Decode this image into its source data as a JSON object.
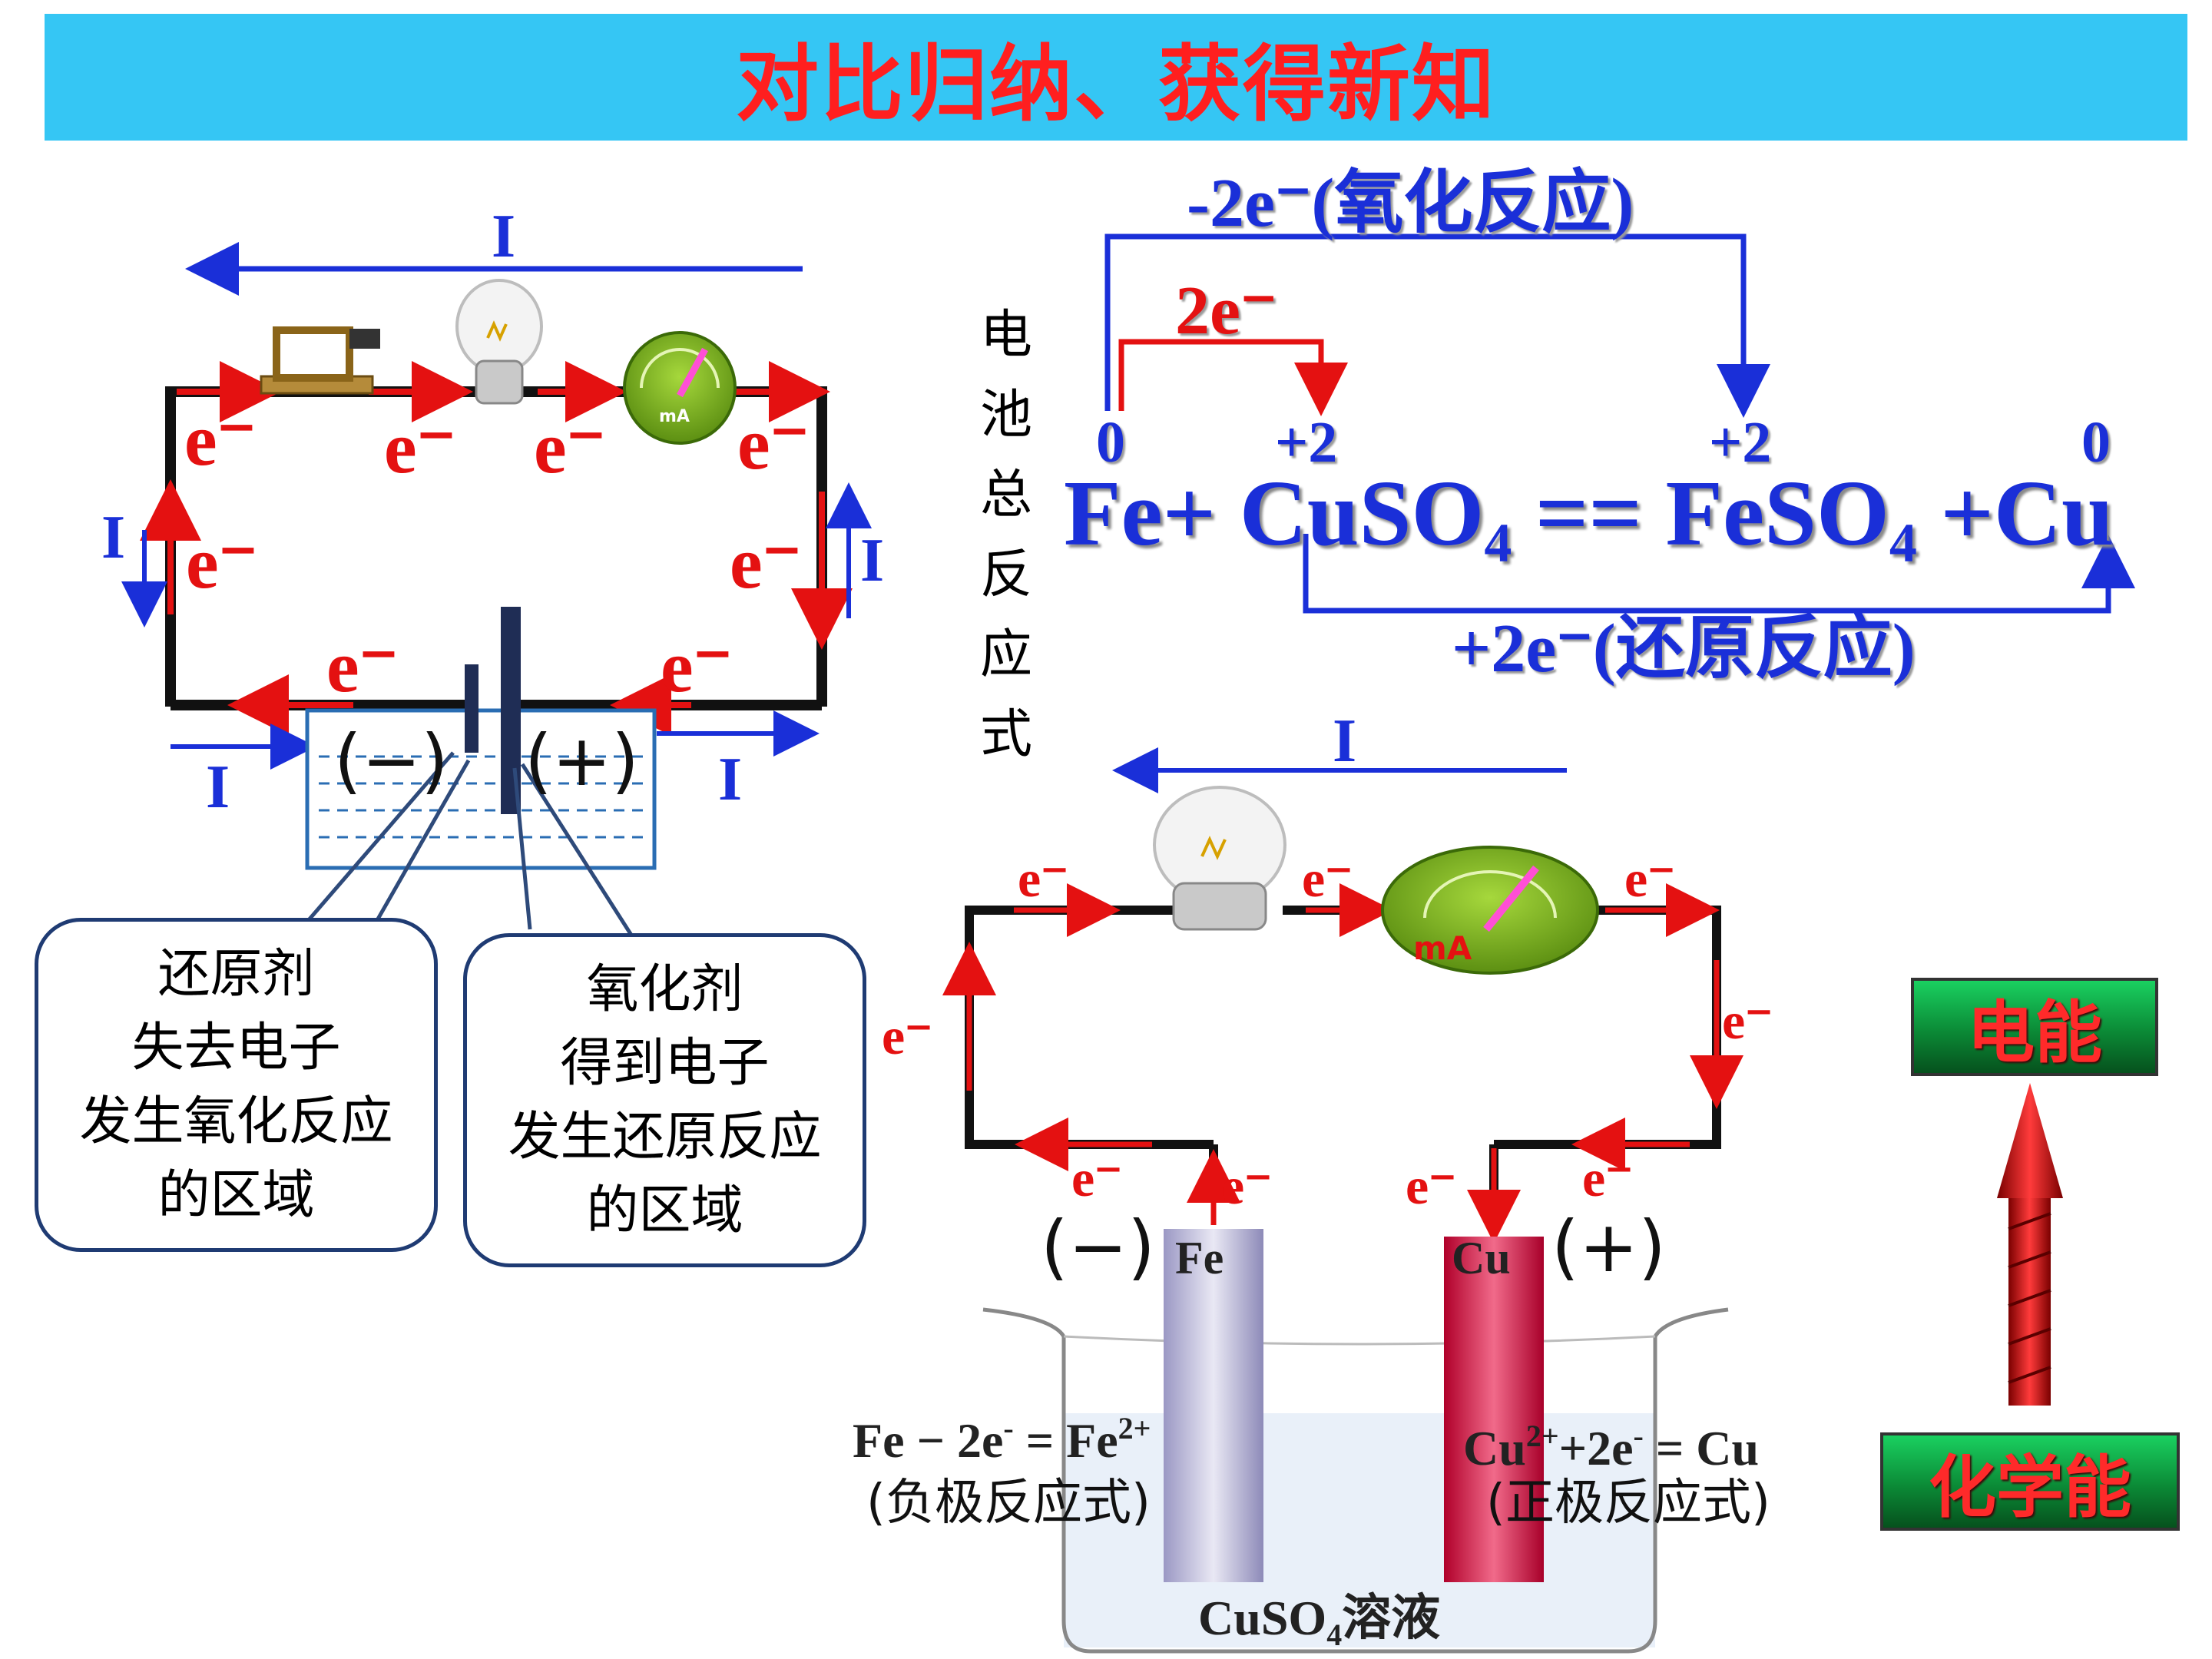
{
  "title": "对比归纳、获得新知",
  "left_circuit": {
    "current_label": "I",
    "electron_label": "e⁻",
    "anode_sign": "(−)",
    "cathode_sign": "(+)",
    "meter_label": "mA"
  },
  "bubbles": {
    "reducer": {
      "line1": "还原剂",
      "line2": "失去电子",
      "line3": "发生氧化反应",
      "line4": "的区域"
    },
    "oxidizer": {
      "line1": "氧化剂",
      "line2": "得到电子",
      "line3": "发生还原反应",
      "line4": "的区域"
    }
  },
  "equation": {
    "side_label": [
      "电",
      "池",
      "总",
      "反",
      "应",
      "式"
    ],
    "top_transfer": "-2e⁻(氧化反应)",
    "inner_transfer": "2e⁻",
    "bottom_transfer": "+2e⁻(还原反应)",
    "ox_states": {
      "fe": "0",
      "cu_reactant": "+2",
      "fe_product": "+2",
      "cu_product": "0"
    },
    "text": {
      "fe": "Fe+ ",
      "cuso4": "CuSO",
      "sub4a": "4",
      "eq": " == ",
      "feso4": "FeSO",
      "sub4b": "4",
      "cu": " +Cu"
    }
  },
  "right_circuit": {
    "current_label": "I",
    "electron_label": "e⁻",
    "meter_label": "mA",
    "anode_sign": "(−)",
    "cathode_sign": "(+)",
    "anode_metal": "Fe",
    "cathode_metal": "Cu",
    "anode_half": {
      "main": "Fe − 2e",
      "sup1": "-",
      "mid": " = Fe",
      "sup2": "2+",
      "note": "(负极反应式)"
    },
    "cathode_half": {
      "main": "Cu",
      "sup1": "2+",
      "mid": "+2e",
      "sup2": "-",
      "end": " = Cu",
      "note": "(正极反应式)"
    },
    "solution": {
      "pre": "CuSO",
      "sub": "4",
      "post": "溶液"
    }
  },
  "energy": {
    "top": "电能",
    "bottom": "化学能"
  },
  "colors": {
    "title_bg": "#35c6f4",
    "title_text": "#ff1f1f",
    "current": "#1a2fd8",
    "electron": "#e41111",
    "wire": "#111111"
  }
}
